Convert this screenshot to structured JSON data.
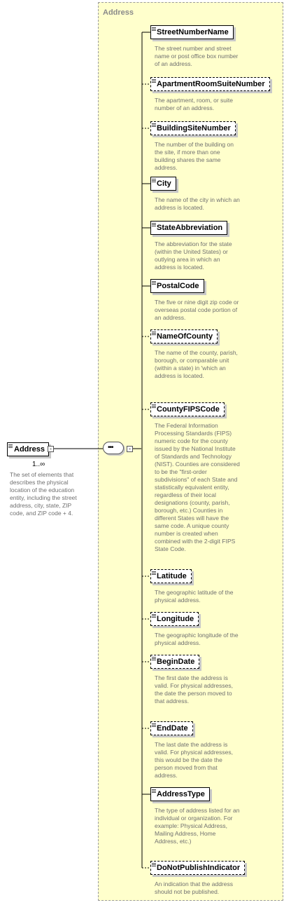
{
  "frame": {
    "title": "Address"
  },
  "root": {
    "label": "Address",
    "multiplicity": "1..∞",
    "description": "The set of elements that describes the physical location of the education entity, including the street address, city, state, ZIP code, and ZIP code + 4."
  },
  "sequence": {
    "symbol": "•••"
  },
  "elements": [
    {
      "label": "StreetNumberName",
      "optional": false,
      "description": "The street number and street name or post office box number of an address."
    },
    {
      "label": "ApartmentRoomSuiteNumber",
      "optional": true,
      "description": "The apartment, room, or suite number of an address."
    },
    {
      "label": "BuildingSiteNumber",
      "optional": true,
      "description": "The number of the building on the site, if more than one building shares the same address."
    },
    {
      "label": "City",
      "optional": false,
      "description": "The name of the city in which an address is located."
    },
    {
      "label": "StateAbbreviation",
      "optional": false,
      "description": "The abbreviation for the state (within the United States) or outlying area in which an address is located."
    },
    {
      "label": "PostalCode",
      "optional": false,
      "description": "The five or nine digit zip code or overseas postal code portion of an address."
    },
    {
      "label": "NameOfCounty",
      "optional": true,
      "description": "The name of the county, parish, borough, or comparable unit (within a state) in 'which an address is located."
    },
    {
      "label": "CountyFIPSCode",
      "optional": true,
      "description": "The Federal Information Processing Standards (FIPS) numeric code for the county issued by the National Institute of Standards and Technology (NIST). Counties are considered to be the \"first-order subdivisions\" of each State and statistically equivalent entity, regardless of their local designations (county, parish, borough, etc.) Counties in different States will have the same code. A unique county number is created when combined with the 2-digit FIPS State Code."
    },
    {
      "label": "Latitude",
      "optional": true,
      "description": "The geographic latitude of the physical address."
    },
    {
      "label": "Longitude",
      "optional": true,
      "description": "The geographic longitude of the physical address."
    },
    {
      "label": "BeginDate",
      "optional": true,
      "description": "The first date the address is valid. For physical addresses, the date the person moved to that address."
    },
    {
      "label": "EndDate",
      "optional": true,
      "description": "The last date the address is valid. For physical addresses, this would be the date the person moved from that address."
    },
    {
      "label": "AddressType",
      "optional": false,
      "description": "The type of address listed for an individual or organization.    For example:  Physical Address, Mailing Address, Home Address, etc.)"
    },
    {
      "label": "DoNotPublishIndicator",
      "optional": true,
      "description": "An indication that the address should not be published."
    }
  ]
}
